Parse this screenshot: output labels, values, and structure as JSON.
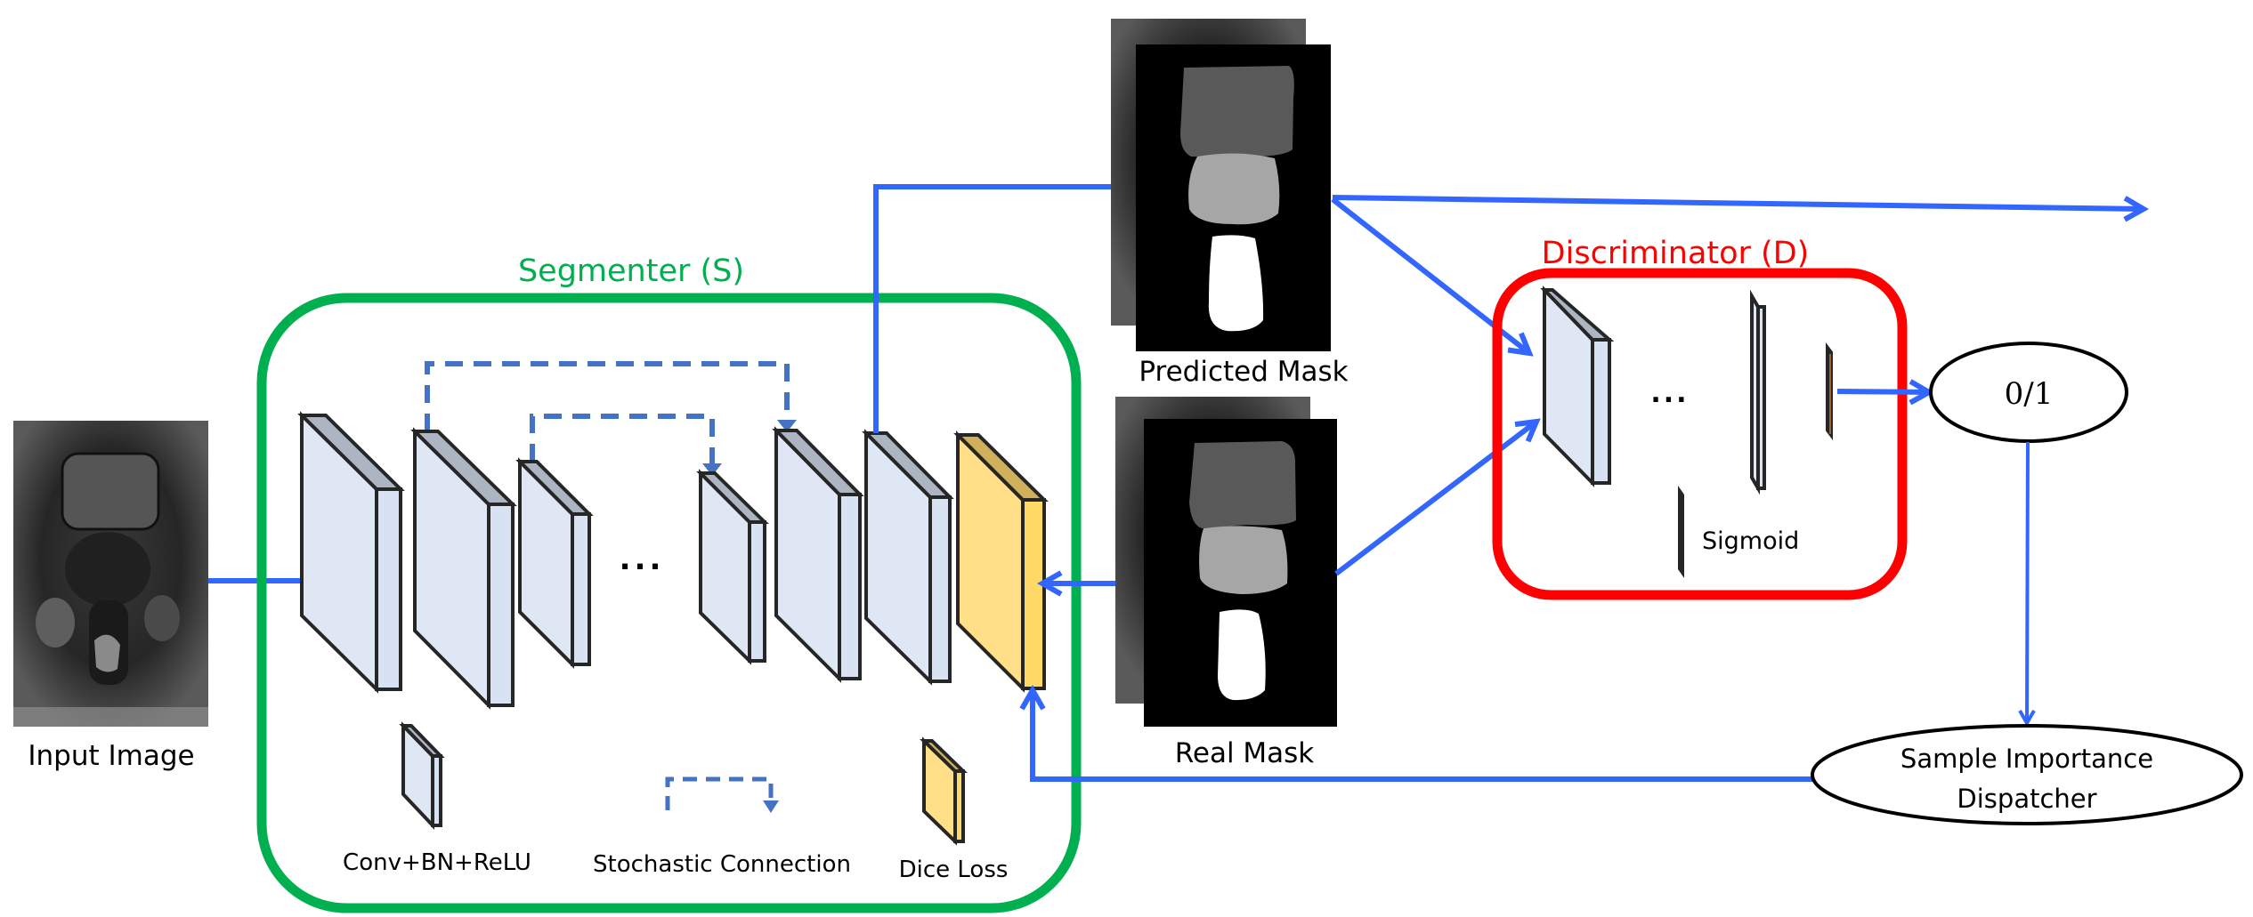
{
  "figure": {
    "input_label": "Input Image",
    "segmenter_title": "Segmenter (S)",
    "discriminator_title": "Discriminator (D)",
    "predicted_mask_label": "Predicted Mask",
    "real_mask_label": "Real Mask",
    "ellipsis": "...",
    "sigmoid_label": "Sigmoid",
    "output_label": "0/1",
    "dispatcher_label_line1": "Sample Importance",
    "dispatcher_label_line2": "Dispatcher"
  },
  "legend": {
    "conv": "Conv+BN+ReLU",
    "stochastic": "Stochastic Connection",
    "dice": "Dice Loss"
  },
  "colors": {
    "segmenter": "#00b050",
    "discriminator": "#ff0000",
    "flow_arrow": "#3366ff",
    "stochastic_connection": "#4472c4",
    "conv_layer": "#dfe6f4",
    "dice_layer": "#ffe089"
  }
}
